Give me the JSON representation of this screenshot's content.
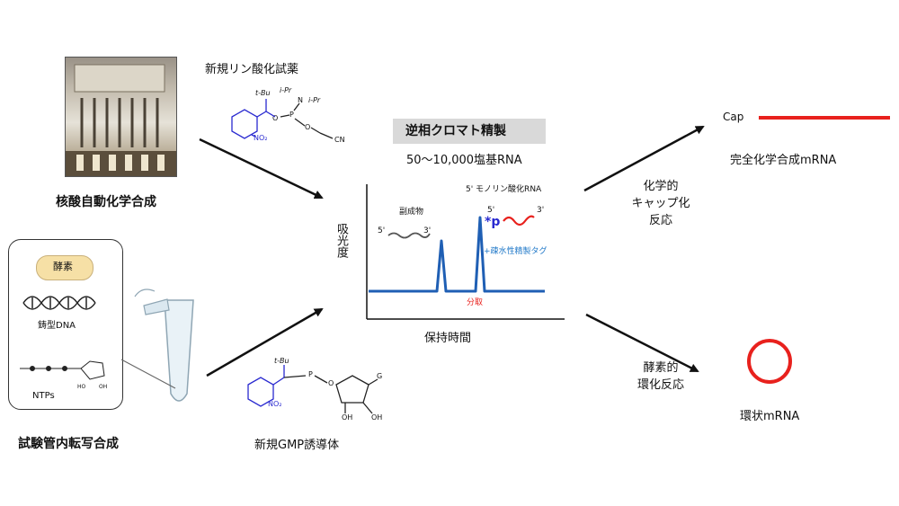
{
  "left": {
    "reagent_title": "新規リン酸化試薬",
    "auto_synth_label": "核酸自動化学合成",
    "enzyme_label": "酵素",
    "template_label": "鋳型DNA",
    "ntp_label": "NTPs",
    "ivt_label": "試験管内転写合成",
    "gmp_label": "新規GMP誘導体",
    "struct1": {
      "tbu": "t-Bu",
      "ipr1": "i-Pr",
      "n": "N",
      "ipr2": "i-Pr",
      "p": "P",
      "o1": "O",
      "o2": "O",
      "cn": "CN",
      "no2": "NO₂"
    },
    "struct2": {
      "tbu": "t-Bu",
      "p": "P",
      "o": "O",
      "g": "G",
      "oh1": "OH",
      "oh2": "OH",
      "no2": "NO₂"
    },
    "ntp_struct": {
      "ho": "HO",
      "oh": "OH"
    }
  },
  "center": {
    "title": "逆相クロマト精製",
    "subtitle": "50〜10,000塩基RNA",
    "ylabel": "吸光度",
    "xlabel": "保持時間",
    "byproduct_label": "副成物",
    "mono_label": "5' モノリン酸化RNA",
    "tag_label": "+疎水性精製タグ",
    "fraction_label": "分取",
    "five_prime": "5'",
    "three_prime": "3'",
    "p_symbol": "*p"
  },
  "right": {
    "cap_reaction": "化学的\nキャップ化\n反応",
    "cap_label": "Cap",
    "full_chem_label": "完全化学合成mRNA",
    "enz_reaction": "酵素的\n環化反応",
    "circ_label": "環状mRNA"
  },
  "colors": {
    "blue": "#1f5fb4",
    "red": "#e8211d",
    "structure_blue": "#2a2ad0",
    "tag_blue": "#1f78c8",
    "fraction_red": "#e8211d",
    "badge": "#f6e0a6",
    "title_box": "#d9d9d9"
  },
  "chart_data": {
    "type": "line",
    "ylabel": "吸光度",
    "xlabel": "保持時間",
    "peaks": [
      {
        "label": "副成物"
      },
      {
        "label": "5' モノリン酸化RNA"
      }
    ],
    "grid": false
  }
}
